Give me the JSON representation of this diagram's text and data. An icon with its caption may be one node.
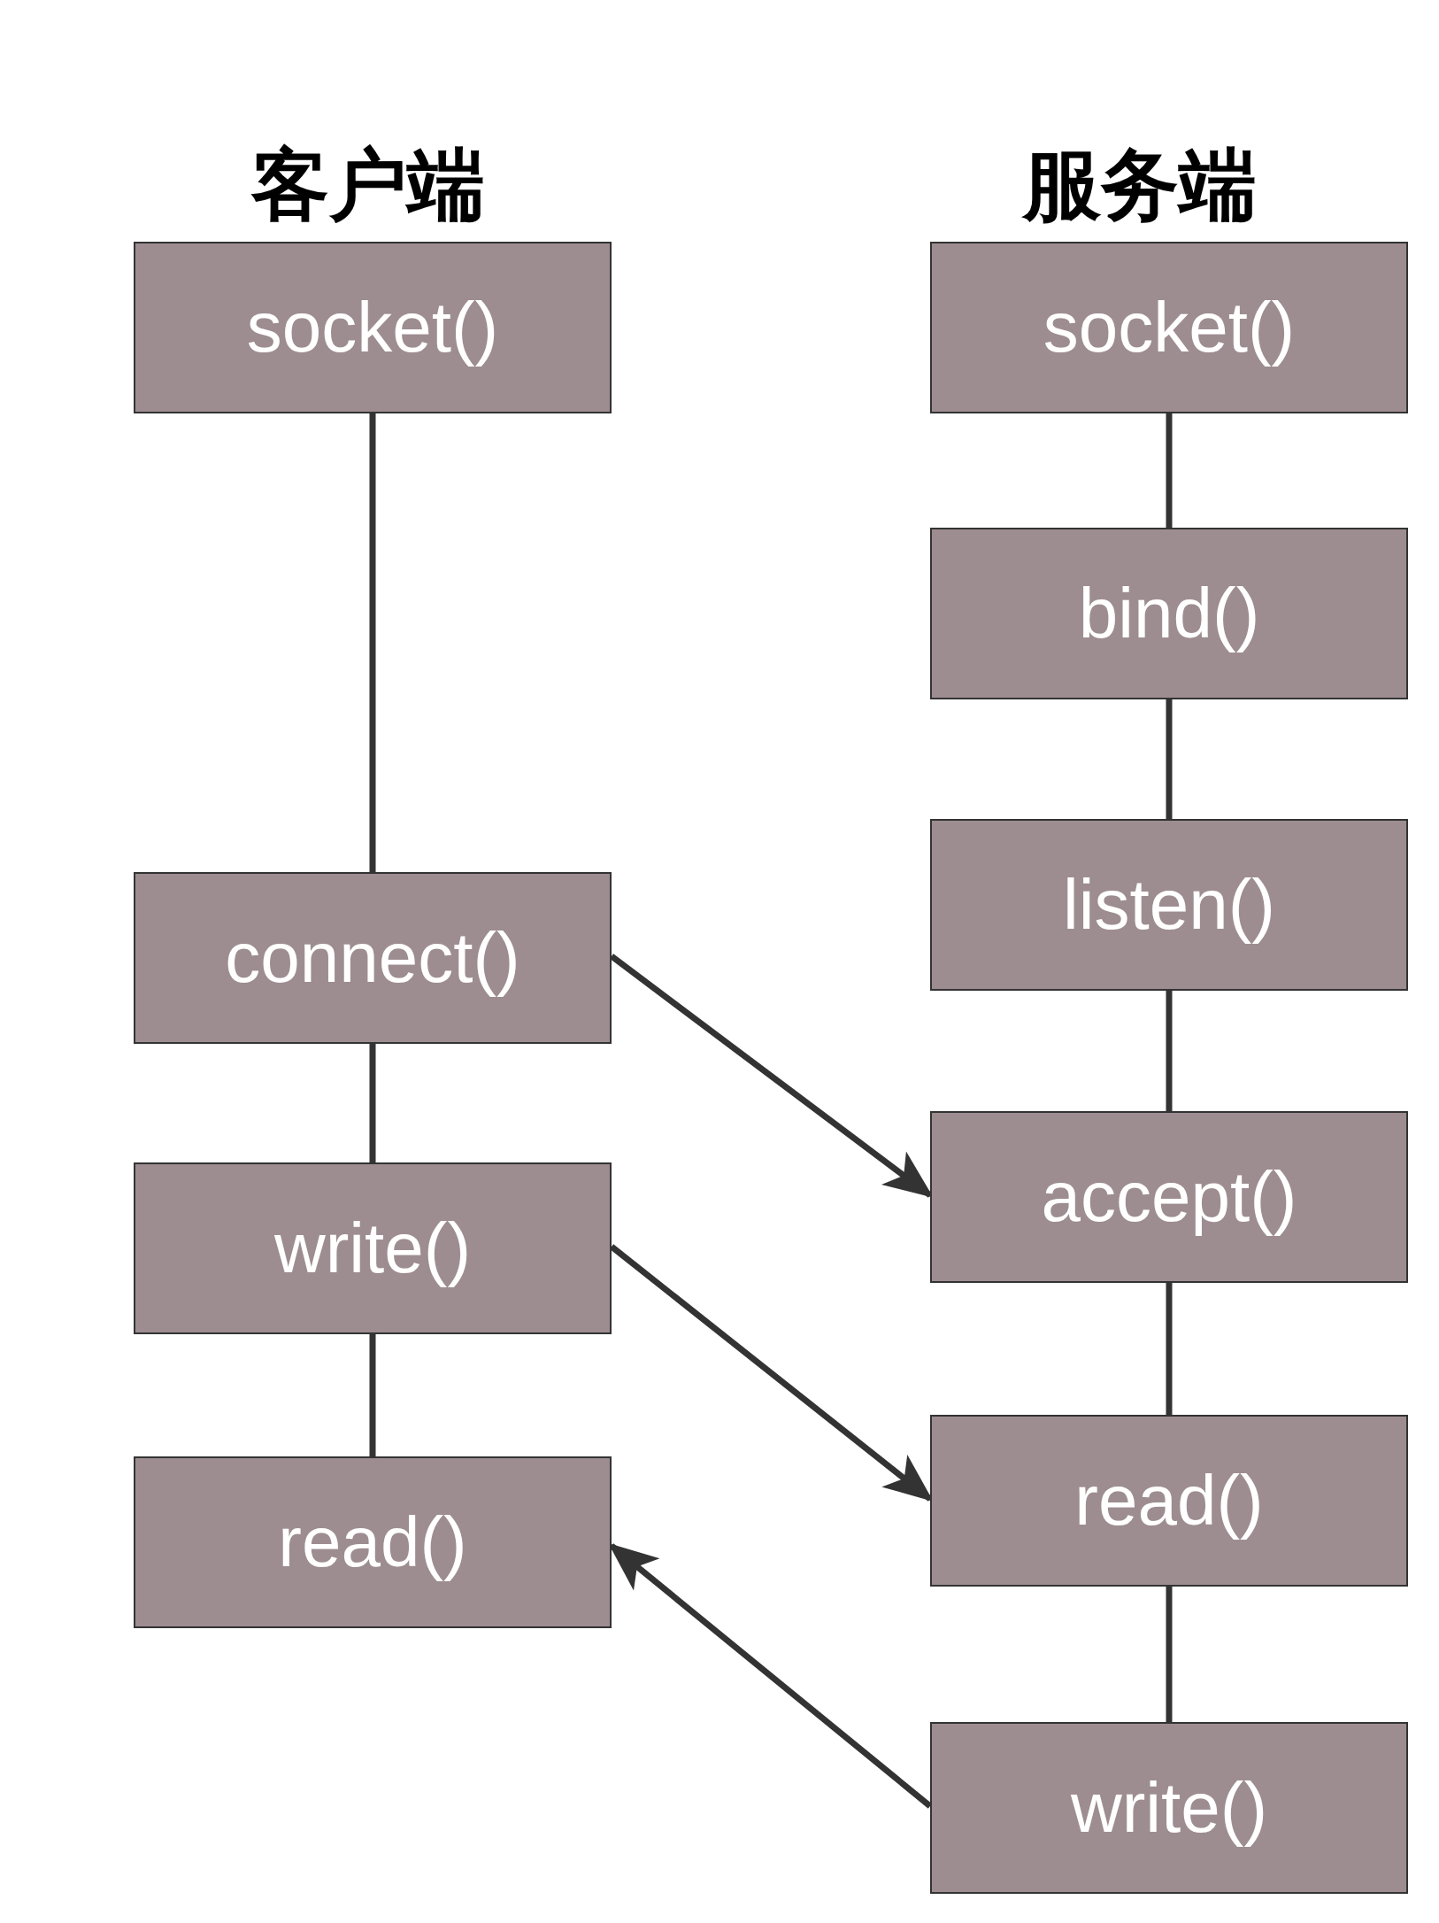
{
  "diagram": {
    "nodes": [
      {
        "text": [
          "socket()"
        ]
      },
      {
        "text": [
          "connect()"
        ]
      },
      {
        "text": [
          "write()"
        ]
      },
      {
        "text": [
          "read()"
        ]
      },
      {
        "text": [
          "socket()"
        ]
      },
      {
        "text": [
          "bind()"
        ]
      },
      {
        "text": [
          "listen()"
        ]
      },
      {
        "text": [
          "accept()"
        ]
      },
      {
        "text": [
          "read()"
        ]
      },
      {
        "text": [
          "write()"
        ]
      }
    ],
    "edges": [
      {
        "from": 0,
        "to": 1,
        "arrow": "none"
      },
      {
        "from": 1,
        "to": 2,
        "arrow": "none"
      },
      {
        "from": 2,
        "to": 3,
        "arrow": "none"
      },
      {
        "from": 4,
        "to": 5,
        "arrow": "none"
      },
      {
        "from": 5,
        "to": 6,
        "arrow": "none"
      },
      {
        "from": 6,
        "to": 7,
        "arrow": "none"
      },
      {
        "from": 7,
        "to": 8,
        "arrow": "none"
      },
      {
        "from": 8,
        "to": 9,
        "arrow": "none"
      },
      {
        "from": 1,
        "to": 7,
        "arrow": "to"
      },
      {
        "from": 2,
        "to": 8,
        "arrow": "to"
      },
      {
        "from": 9,
        "to": 3,
        "arrow": "to"
      }
    ],
    "labels": [
      "客户端",
      "服务端"
    ]
  }
}
